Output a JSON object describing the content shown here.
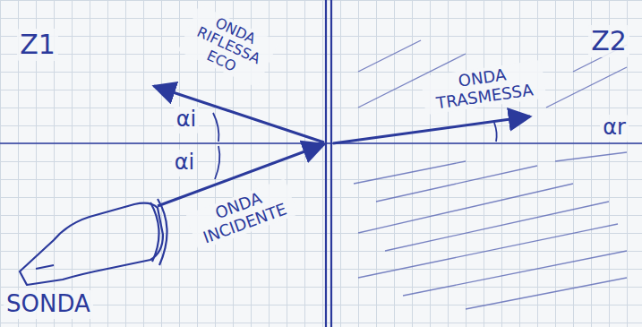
{
  "diagram": {
    "labels": [
      "Z1",
      "ONDA RIFLESSA ECO",
      "αi",
      "αi",
      "ONDA INCIDENTE",
      "Z2",
      "ONDA TRASMESSA",
      "αr",
      "SONDA"
    ]
  }
}
